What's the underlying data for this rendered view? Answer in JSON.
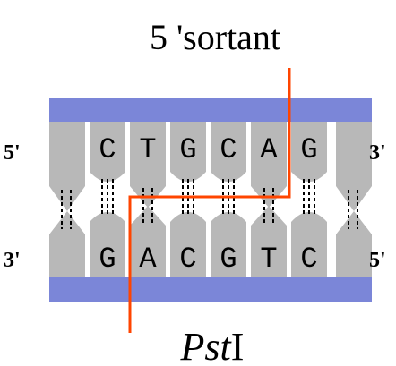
{
  "title": "5 'sortant",
  "enzyme": {
    "italic": "Pst",
    "roman": "I"
  },
  "strands": {
    "top": {
      "left_label": "5'",
      "right_label": "3'",
      "bases": [
        "C",
        "T",
        "G",
        "C",
        "A",
        "G"
      ]
    },
    "bottom": {
      "left_label": "3'",
      "right_label": "5'",
      "bases": [
        "G",
        "A",
        "C",
        "G",
        "T",
        "C"
      ]
    }
  },
  "colors": {
    "backbone": "#7b86d8",
    "base": "#b8b8b8",
    "cut_line": "#ff4500",
    "bond": "#000000"
  }
}
